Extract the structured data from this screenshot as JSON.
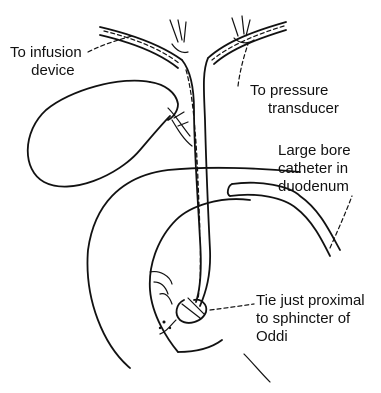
{
  "labels": {
    "infusion": [
      "To infusion",
      "device"
    ],
    "pressure": [
      "To pressure",
      "transducer"
    ],
    "catheter": [
      "Large bore",
      "catheter in",
      "duodenum"
    ],
    "tie": [
      "Tie just proximal",
      "to sphincter of",
      "Oddi"
    ]
  }
}
